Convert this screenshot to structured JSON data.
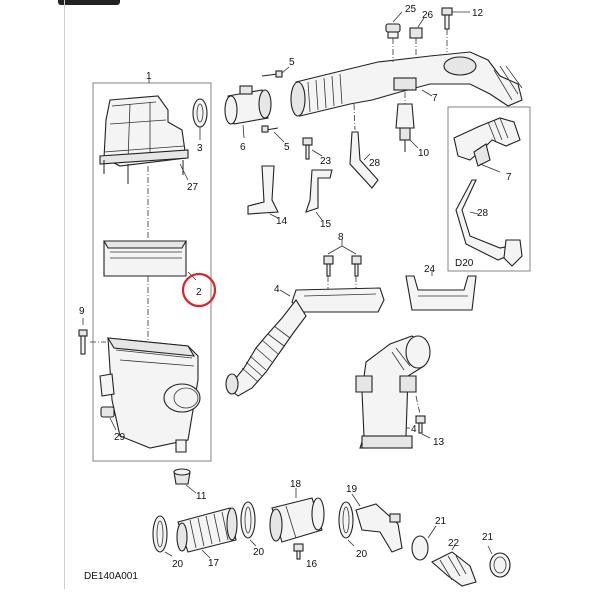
{
  "diagram": {
    "code": "DE140A001",
    "inset_label": "D20",
    "callouts": {
      "c1": "1",
      "c2": "2",
      "c3": "3",
      "c4a": "4",
      "c4b": "4",
      "c5a": "5",
      "c5b": "5",
      "c6": "6",
      "c7a": "7",
      "c7b": "7",
      "c8": "8",
      "c9": "9",
      "c10": "10",
      "c11": "11",
      "c12": "12",
      "c13": "13",
      "c14": "14",
      "c15": "15",
      "c16": "16",
      "c17": "17",
      "c18": "18",
      "c19": "19",
      "c20a": "20",
      "c20b": "20",
      "c20c": "20",
      "c21a": "21",
      "c21b": "21",
      "c22": "22",
      "c23": "23",
      "c24": "24",
      "c25": "25",
      "c26": "26",
      "c27": "27",
      "c28a": "28",
      "c28b": "28",
      "c29": "29"
    },
    "highlight_color": "#d9252a"
  }
}
